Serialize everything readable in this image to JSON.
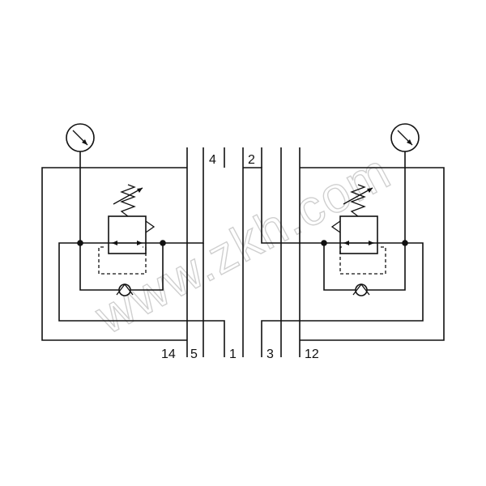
{
  "watermark": "www.zkh.com",
  "ports": {
    "top_left": "4",
    "top_right": "2",
    "bottom_14": "14",
    "bottom_5": "5",
    "bottom_1": "1",
    "bottom_3": "3",
    "bottom_12": "12"
  },
  "icons": [
    "pressure-gauge-icon",
    "pressure-regulator-icon",
    "check-valve-icon",
    "adjustable-spring-icon"
  ],
  "colors": {
    "line": "#111111",
    "watermark": "#cfcfcf",
    "background": "#ffffff"
  }
}
